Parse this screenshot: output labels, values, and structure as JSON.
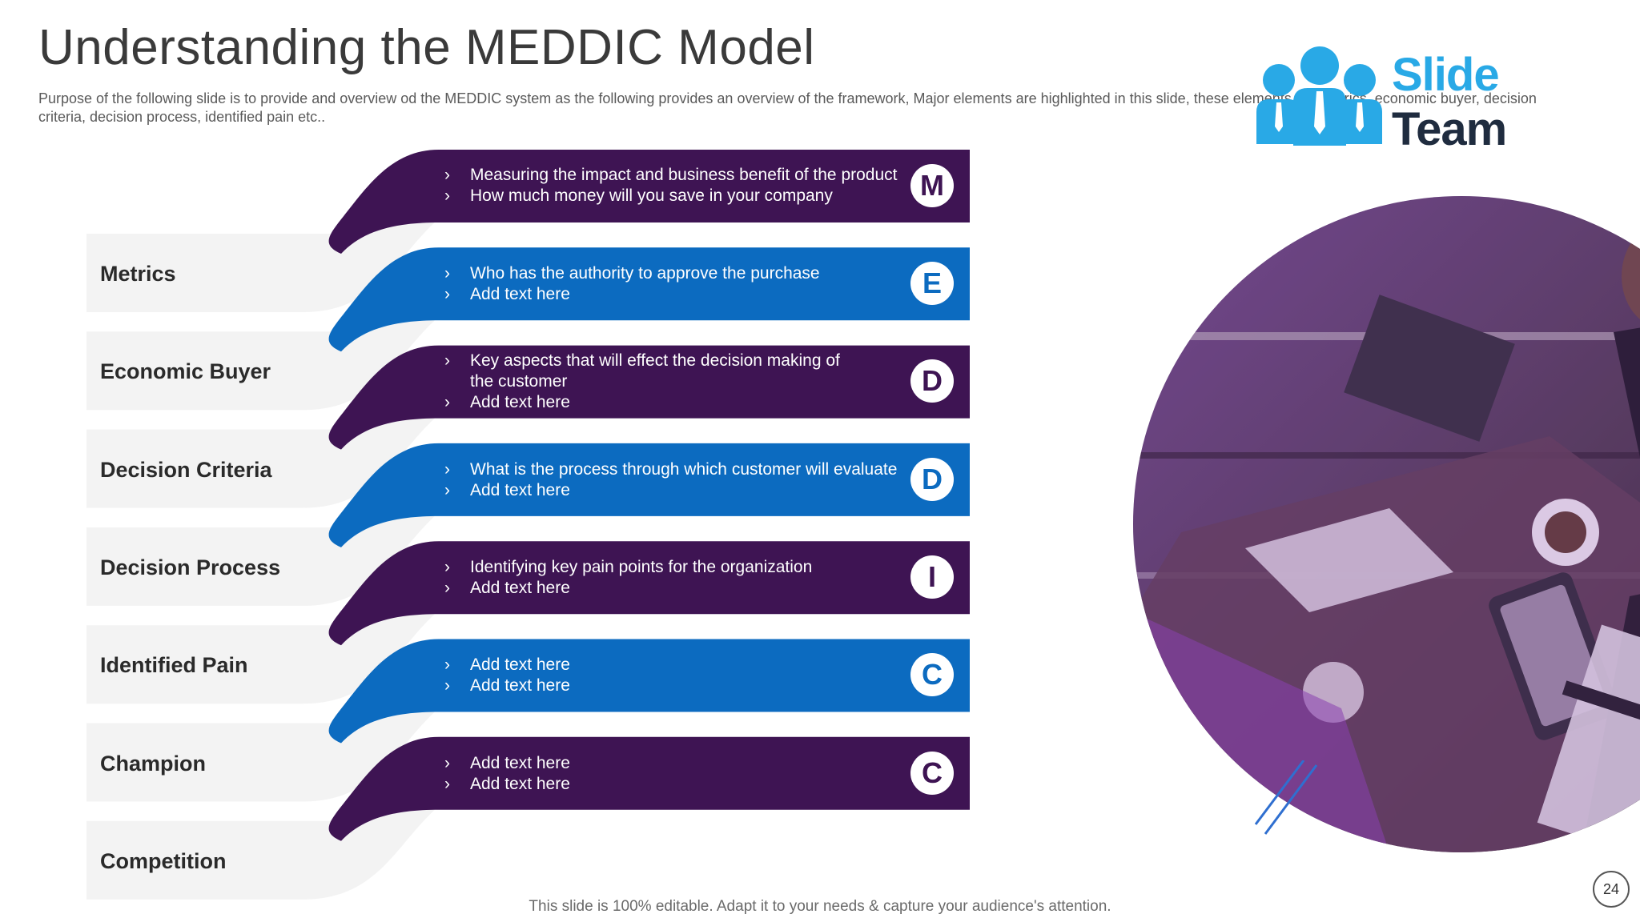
{
  "slide": {
    "title": "Understanding the MEDDIC Model",
    "subtitle": "Purpose of the following slide is to provide and overview od the MEDDIC system as the following provides an overview of the framework, Major elements are highlighted in this slide, these elements are Metrics, economic buyer, decision criteria, decision process, identified pain etc..",
    "footer": "This slide is 100% editable. Adapt it to your needs & capture your audience's attention.",
    "page_number": "24"
  },
  "logo": {
    "word1": "Slide",
    "word2": "Team"
  },
  "colors": {
    "purple": "#3e1453",
    "blue": "#0c6bc0",
    "label_bg": "#f3f3f3",
    "circle_tint": "#8a3fb0"
  },
  "labels": [
    "Metrics",
    "Economic Buyer",
    "Decision Criteria",
    "Decision Process",
    "Identified Pain",
    "Champion",
    "Competition"
  ],
  "bands": [
    {
      "letter": "M",
      "color": "purple",
      "bullets": [
        "Measuring the impact and business benefit of the product",
        "How much money will you save in your company"
      ]
    },
    {
      "letter": "E",
      "color": "blue",
      "bullets": [
        "Who has the authority to approve  the purchase",
        "Add text here"
      ]
    },
    {
      "letter": "D",
      "color": "purple",
      "bullets": [
        "Key aspects that will effect the decision making of the customer",
        "Add text here"
      ]
    },
    {
      "letter": "D",
      "color": "blue",
      "bullets": [
        "What is the process through which customer will evaluate",
        "Add text here"
      ]
    },
    {
      "letter": "I",
      "color": "purple",
      "bullets": [
        "Identifying  key pain points for the organization",
        "Add text here"
      ]
    },
    {
      "letter": "C",
      "color": "blue",
      "bullets": [
        "Add text here",
        "Add text here"
      ]
    },
    {
      "letter": "C",
      "color": "purple",
      "bullets": [
        "Add text here",
        "Add text here"
      ]
    }
  ],
  "icons": {
    "bullet": "chevron-right-icon",
    "logo": "people-group-icon",
    "photo": "business-meeting-photo"
  }
}
